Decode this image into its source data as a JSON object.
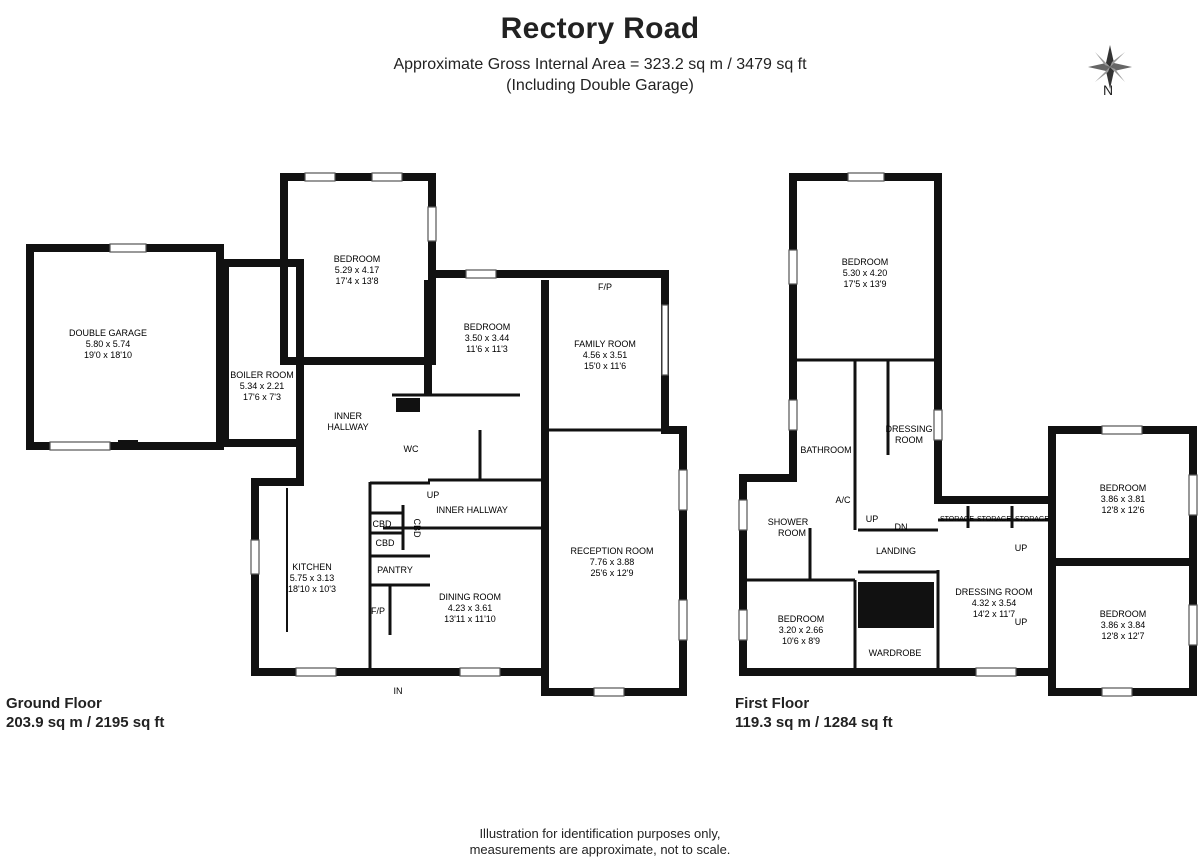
{
  "header": {
    "title": "Rectory Road",
    "area_line": "Approximate Gross Internal Area =  323.2 sq m / 3479 sq ft",
    "area_note": "(Including Double Garage)"
  },
  "compass": {
    "label": "N"
  },
  "ground_floor": {
    "name": "Ground Floor",
    "area": "203.9 sq m / 2195 sq ft",
    "rooms": {
      "garage": {
        "name": "DOUBLE GARAGE",
        "metric": "5.80 x 5.74",
        "imperial": "19'0 x 18'10"
      },
      "boiler": {
        "name": "BOILER ROOM",
        "metric": "5.34 x 2.21",
        "imperial": "17'6 x 7'3"
      },
      "bedroom1": {
        "name": "BEDROOM",
        "metric": "5.29 x 4.17",
        "imperial": "17'4 x 13'8"
      },
      "bedroom2": {
        "name": "BEDROOM",
        "metric": "3.50 x 3.44",
        "imperial": "11'6 x 11'3"
      },
      "family": {
        "name": "FAMILY ROOM",
        "metric": "4.56 x 3.51",
        "imperial": "15'0 x 11'6",
        "fp": "F/P"
      },
      "reception": {
        "name": "RECEPTION ROOM",
        "metric": "7.76 x 3.88",
        "imperial": "25'6 x 12'9"
      },
      "kitchen": {
        "name": "KITCHEN",
        "metric": "5.75 x 3.13",
        "imperial": "18'10 x 10'3",
        "fp": "F/P"
      },
      "dining": {
        "name": "DINING ROOM",
        "metric": "4.23 x 3.61",
        "imperial": "13'11 x 11'10"
      }
    },
    "labels": {
      "inner_hallway_1": "INNER",
      "inner_hallway_2": "HALLWAY",
      "wc": "WC",
      "up": "UP",
      "inner_hallway_b": "INNER HALLWAY",
      "cbd_1": "CBD",
      "cbd_2": "CBD",
      "cbd_3": "CBD",
      "pantry": "PANTRY",
      "in": "IN"
    }
  },
  "first_floor": {
    "name": "First Floor",
    "area": "119.3 sq m / 1284 sq ft",
    "rooms": {
      "bedroom1": {
        "name": "BEDROOM",
        "metric": "5.30 x 4.20",
        "imperial": "17'5 x 13'9"
      },
      "bedroom2": {
        "name": "BEDROOM",
        "metric": "3.86 x 3.81",
        "imperial": "12'8 x 12'6"
      },
      "bedroom3": {
        "name": "BEDROOM",
        "metric": "3.86 x 3.84",
        "imperial": "12'8 x 12'7"
      },
      "bedroom4": {
        "name": "BEDROOM",
        "metric": "3.20 x 2.66",
        "imperial": "10'6 x 8'9"
      },
      "dressing2": {
        "name": "DRESSING ROOM",
        "metric": "4.32 x 3.54",
        "imperial": "14'2 x 11'7"
      }
    },
    "labels": {
      "bathroom": "BATHROOM",
      "dressing_1": "DRESSING",
      "dressing_2": "ROOM",
      "shower_1": "SHOWER",
      "shower_2": "ROOM",
      "ac": "A/C",
      "up": "UP",
      "dn": "DN",
      "landing": "LANDING",
      "storage_1": "STORAGE",
      "storage_2": "STORAGE",
      "storage_3": "STORAGE",
      "up_2": "UP",
      "up_3": "UP",
      "wardrobe": "WARDROBE"
    }
  },
  "footer": {
    "line1": "Illustration for identification purposes only,",
    "line2": "measurements are approximate, not to scale."
  }
}
